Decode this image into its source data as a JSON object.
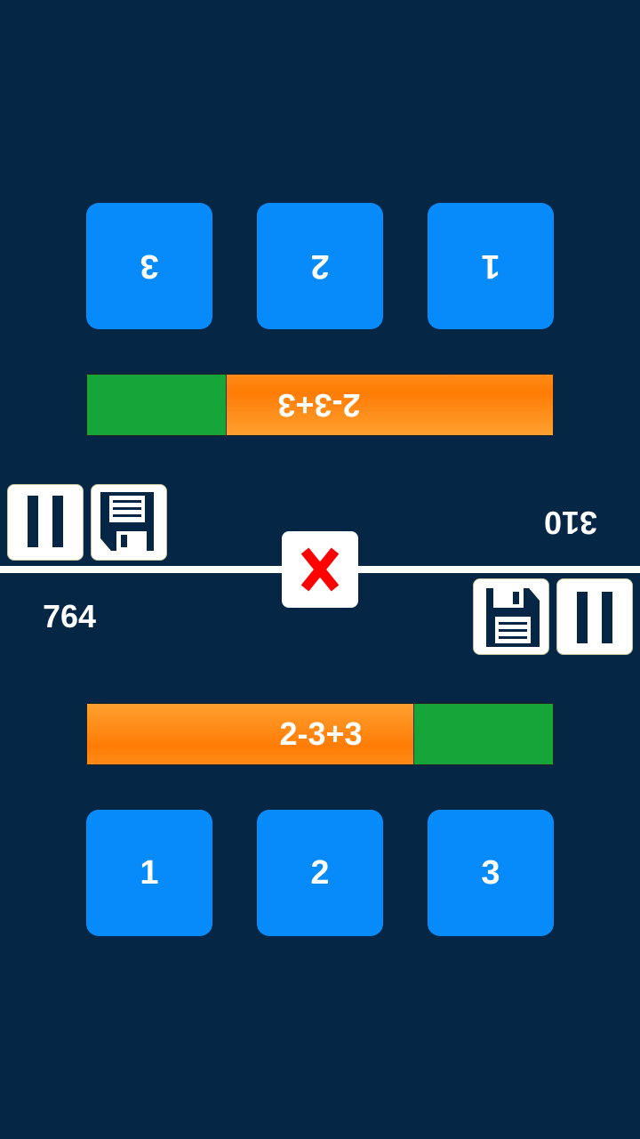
{
  "players": {
    "top": {
      "score": "310",
      "expression": "2-3+3",
      "timer_fraction_remaining": 0.3,
      "answers": [
        "1",
        "2",
        "3"
      ]
    },
    "bottom": {
      "score": "764",
      "expression": "2-3+3",
      "timer_fraction_remaining": 0.3,
      "answers": [
        "1",
        "2",
        "3"
      ]
    }
  },
  "icons": {
    "pause": "pause-icon",
    "save": "floppy-disk-icon",
    "close": "red-x-icon"
  },
  "colors": {
    "background": "#052645",
    "answer_button": "#078bfb",
    "timer_green": "#16a538",
    "timer_orange": "#ff7c05",
    "close_x": "#ff0000"
  }
}
